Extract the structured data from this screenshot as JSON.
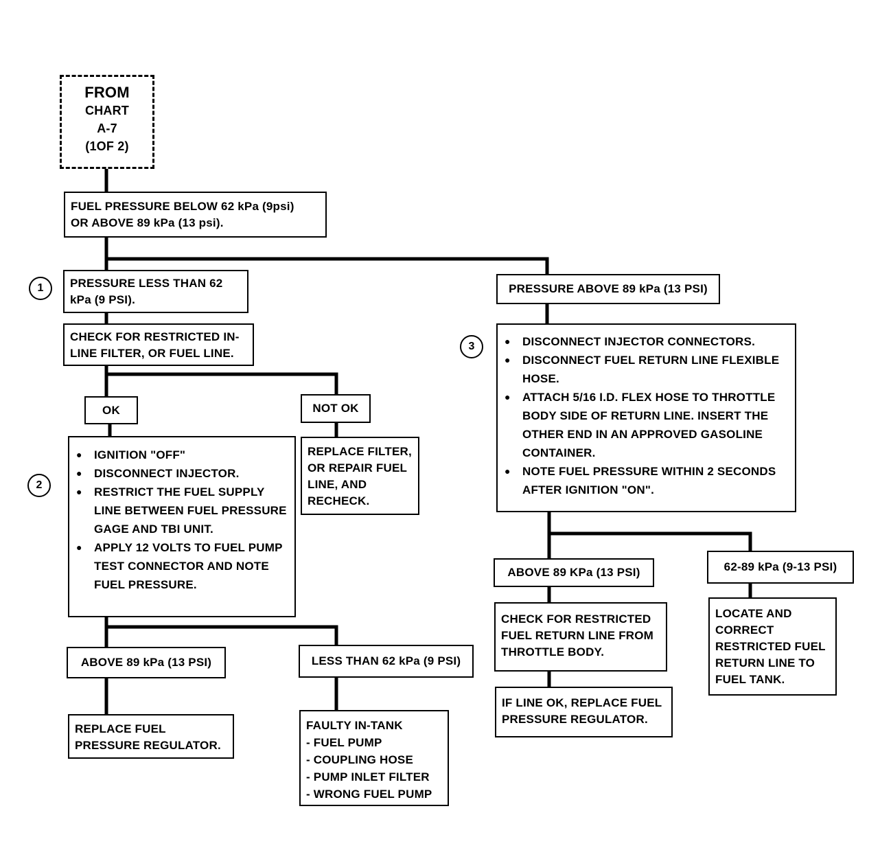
{
  "start": {
    "line1": "FROM",
    "line2": "CHART",
    "line3": "A-7",
    "line4": "(1OF 2)"
  },
  "top_box": {
    "line1": "FUEL PRESSURE BELOW 62 kPa  (9psi)",
    "line2": "OR  ABOVE 89 kPa (13 psi)."
  },
  "left": {
    "step": "1",
    "pressure_low": {
      "line1": "PRESSURE LESS THAN 62",
      "line2": "kPa  (9 PSI)."
    },
    "check_filter": {
      "line1": "CHECK FOR RESTRICTED IN-",
      "line2": "LINE FILTER, OR FUEL LINE."
    },
    "ok_label": "OK",
    "not_ok_label": "NOT OK",
    "not_ok_action": {
      "line1": "REPLACE FILTER,",
      "line2": "OR REPAIR FUEL",
      "line3": "LINE,  AND",
      "line4": "RECHECK."
    },
    "step2": "2",
    "test_steps": [
      "IGNITION \"OFF\"",
      "DISCONNECT INJECTOR.",
      "RESTRICT THE FUEL SUPPLY LINE BETWEEN FUEL PRESSURE GAGE AND TBI UNIT.",
      "APPLY 12 VOLTS TO FUEL PUMP TEST CONNECTOR AND NOTE FUEL PRESSURE."
    ],
    "above_label": "ABOVE 89 kPa  (13 PSI)",
    "less_label": "LESS THAN 62 kPa (9 PSI)",
    "replace_regulator": {
      "line1": "REPLACE FUEL",
      "line2": "PRESSURE REGULATOR."
    },
    "faulty": {
      "title": "FAULTY IN-TANK",
      "items": [
        "- FUEL PUMP",
        "- COUPLING HOSE",
        "- PUMP INLET FILTER",
        "- WRONG FUEL PUMP"
      ]
    }
  },
  "right": {
    "pressure_high": "PRESSURE ABOVE 89 kPa (13 PSI)",
    "step3": "3",
    "test_steps": [
      "DISCONNECT INJECTOR CONNECTORS.",
      "DISCONNECT FUEL RETURN LINE FLEXIBLE HOSE.",
      "ATTACH 5/16 I.D. FLEX HOSE TO THROTTLE BODY SIDE OF RETURN LINE. INSERT THE OTHER END IN AN APPROVED GASOLINE CONTAINER.",
      "NOTE FUEL PRESSURE WITHIN 2 SECONDS AFTER IGNITION \"ON\"."
    ],
    "above_label": "ABOVE 89 KPa (13 PSI)",
    "range_label": "62-89 kPa  (9-13 PSI)",
    "check_return": {
      "line1": "CHECK FOR RESTRICTED",
      "line2": "FUEL RETURN LINE FROM",
      "line3": "THROTTLE BODY."
    },
    "replace_regulator": {
      "line1": "IF LINE OK, REPLACE FUEL",
      "line2": "PRESSURE REGULATOR."
    },
    "locate": {
      "line1": "LOCATE AND",
      "line2": "CORRECT",
      "line3": "RESTRICTED FUEL",
      "line4": "RETURN LINE TO",
      "line5": "FUEL TANK."
    }
  }
}
